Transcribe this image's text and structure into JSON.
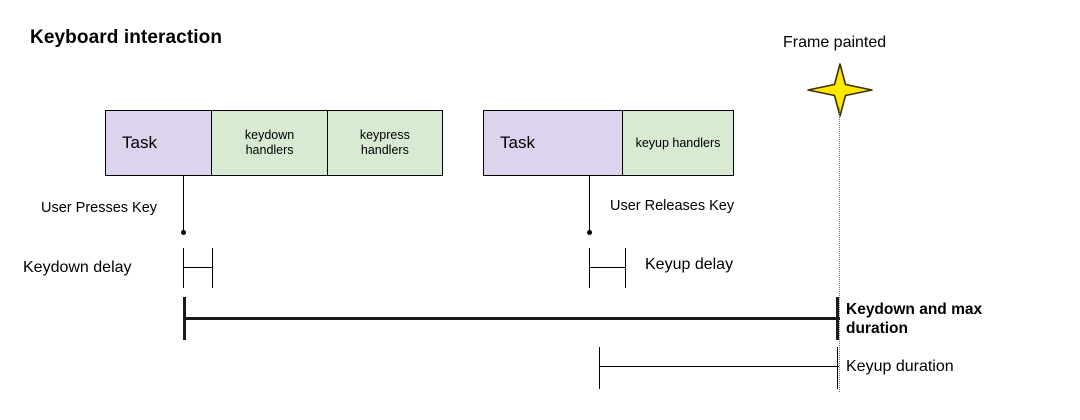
{
  "diagram": {
    "title": "Keyboard interaction",
    "colors": {
      "task_fill": "#ddd3ec",
      "handler_fill": "#d9ead3",
      "stroke": "#000000",
      "star_fill": "#ffe800",
      "star_stroke": "#3d3000",
      "frame_guide": "#777777"
    },
    "task_rows": [
      {
        "name": "keydown-row",
        "cells": [
          {
            "label": "Task",
            "kind": "task"
          },
          {
            "label": "keydown\nhandlers",
            "kind": "handler"
          },
          {
            "label": "keypress\nhandlers",
            "kind": "handler"
          }
        ]
      },
      {
        "name": "keyup-row",
        "cells": [
          {
            "label": "Task",
            "kind": "task"
          },
          {
            "label": "keyup handlers",
            "kind": "handler"
          }
        ]
      }
    ],
    "events": [
      {
        "name": "user-presses-key",
        "label": "User Presses Key"
      },
      {
        "name": "user-releases-key",
        "label": "User Releases Key"
      }
    ],
    "measures": [
      {
        "name": "keydown-delay",
        "label": "Keydown delay"
      },
      {
        "name": "keyup-delay",
        "label": "Keyup delay"
      },
      {
        "name": "keydown-and-max-duration",
        "label": "Keydown and max duration"
      },
      {
        "name": "keyup-duration",
        "label": "Keyup duration"
      }
    ],
    "frame_marker": {
      "label": "Frame painted",
      "icon": "four-point-star-icon"
    }
  }
}
